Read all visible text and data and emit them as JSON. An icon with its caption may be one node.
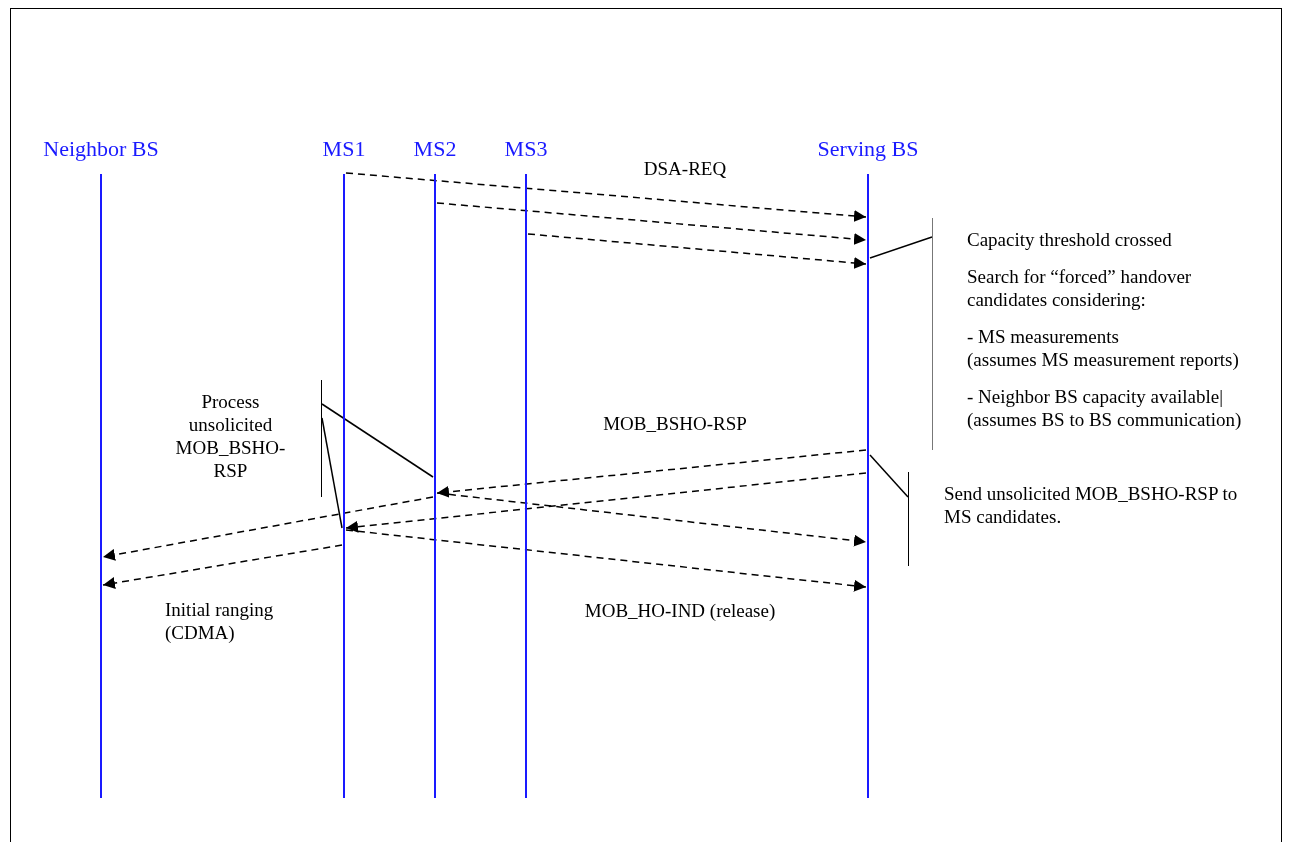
{
  "diagram": {
    "nodes": [
      {
        "text": [
          "Neighbor BS"
        ]
      },
      {
        "text": [
          "MS1"
        ]
      },
      {
        "text": [
          "MS2"
        ]
      },
      {
        "text": [
          "MS3"
        ]
      },
      {
        "text": [
          "Serving BS"
        ]
      },
      {
        "text": [
          "Capacity threshold crossed",
          "Search for “forced” handover candidates considering:",
          "- MS measurements",
          "(assumes MS measurement reports)",
          "- Neighbor BS capacity available|",
          "(assumes BS to BS communication)"
        ]
      },
      {
        "text": [
          "Send unsolicited MOB_BSHO-RSP to MS candidates."
        ]
      },
      {
        "text": [
          "Process unsolicited MOB_BSHO-RSP"
        ]
      }
    ],
    "edges": [
      {
        "from": 1,
        "to": 4,
        "arrow": "to",
        "style": "dashed"
      },
      {
        "from": 2,
        "to": 4,
        "arrow": "to",
        "style": "dashed"
      },
      {
        "from": 3,
        "to": 4,
        "arrow": "to",
        "style": "dashed"
      },
      {
        "from": 4,
        "to": 2,
        "arrow": "to",
        "style": "dashed"
      },
      {
        "from": 4,
        "to": 1,
        "arrow": "to",
        "style": "dashed"
      },
      {
        "from": 2,
        "to": 4,
        "arrow": "to",
        "style": "dashed"
      },
      {
        "from": 1,
        "to": 4,
        "arrow": "to",
        "style": "dashed"
      },
      {
        "from": 2,
        "to": 0,
        "arrow": "to",
        "style": "dashed"
      },
      {
        "from": 1,
        "to": 0,
        "arrow": "to",
        "style": "dashed"
      },
      {
        "from": 5,
        "to": 4,
        "arrow": "none"
      },
      {
        "from": 6,
        "to": 4,
        "arrow": "none"
      },
      {
        "from": 7,
        "to": 2,
        "arrow": "none"
      },
      {
        "from": 7,
        "to": 1,
        "arrow": "none"
      }
    ],
    "labels": [
      "DSA-REQ",
      "MOB_BSHO-RSP",
      "Initial ranging (CDMA)",
      "MOB_HO-IND (release)"
    ]
  }
}
